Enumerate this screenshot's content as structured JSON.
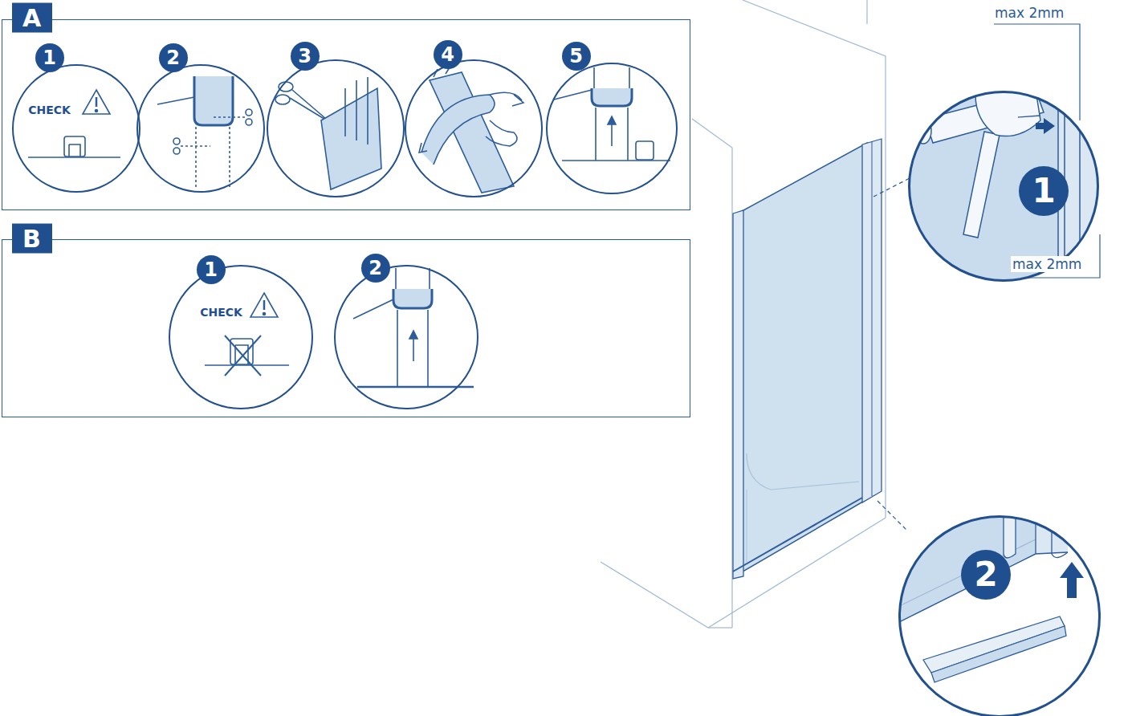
{
  "diagram": {
    "nodes": [
      {
        "text": [
          "A"
        ]
      },
      {
        "text": [
          "1",
          "CHECK"
        ],
        "in": 0
      },
      {
        "text": [
          "2"
        ],
        "in": 0
      },
      {
        "text": [
          "3"
        ],
        "in": 0
      },
      {
        "text": [
          "4"
        ],
        "in": 0
      },
      {
        "text": [
          "5"
        ],
        "in": 0
      },
      {
        "text": [
          "B"
        ]
      },
      {
        "text": [
          "1",
          "CHECK"
        ],
        "in": 6
      },
      {
        "text": [
          "2"
        ],
        "in": 6
      },
      {
        "text": [
          "1"
        ]
      },
      {
        "text": [
          "2"
        ]
      }
    ],
    "labels": [
      "max 2mm",
      "max 2mm"
    ]
  }
}
